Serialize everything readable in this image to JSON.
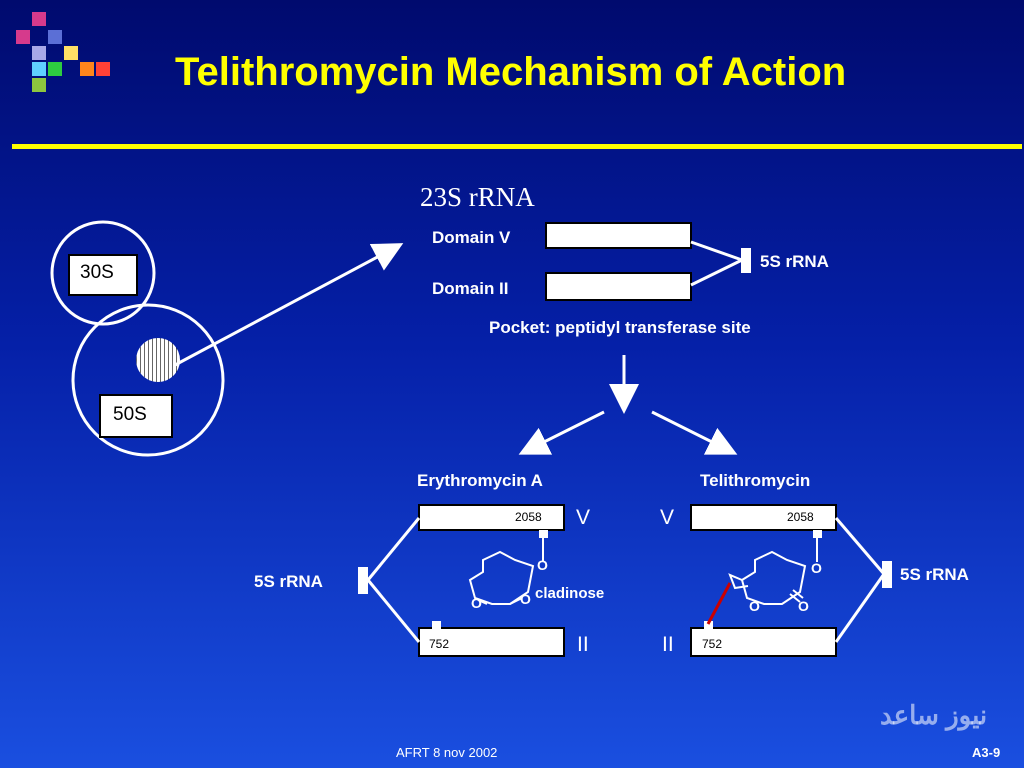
{
  "slide": {
    "title": "Telithromycin Mechanism of Action",
    "footer_left": "AFRT 8 nov 2002",
    "footer_right": "A3-9",
    "watermark": "نیوز ساعد"
  },
  "ribosome": {
    "small_subunit": "30S",
    "large_subunit": "50S"
  },
  "top_panel": {
    "heading": "23S rRNA",
    "domain_v": "Domain V",
    "domain_ii": "Domain II",
    "five_s": "5S rRNA",
    "pocket": "Pocket: peptidyl transferase site"
  },
  "erythromycin": {
    "heading": "Erythromycin A",
    "pos_2058": "2058",
    "pos_752": "752",
    "label_v": "V",
    "label_ii": "II",
    "five_s": "5S rRNA",
    "cladinose": "cladinose",
    "atoms": [
      "O",
      "O",
      "O"
    ]
  },
  "telithromycin": {
    "heading": "Telithromycin",
    "pos_2058": "2058",
    "pos_752": "752",
    "label_v": "V",
    "label_ii": "II",
    "five_s": "5S rRNA",
    "atoms": [
      "O",
      "O",
      "O"
    ]
  },
  "colors": {
    "title": "#ffff00",
    "rule": "#ffff00",
    "interaction": "#cc0000",
    "logo": [
      "#d63a8c",
      "#9b59b6",
      "#5b6fd6",
      "#3498db",
      "#1abc9c",
      "#2ecc40",
      "#ffdc00",
      "#ff851b",
      "#ff4136",
      "#b10dc9"
    ]
  }
}
